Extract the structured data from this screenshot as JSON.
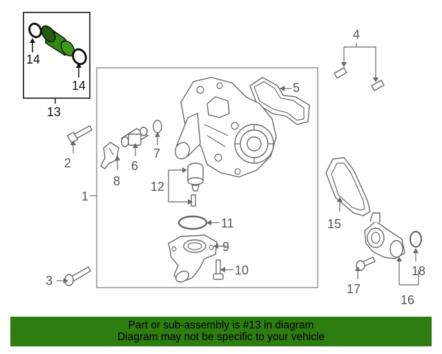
{
  "callouts": {
    "c1": "1",
    "c2": "2",
    "c3": "3",
    "c4": "4",
    "c5": "5",
    "c6": "6",
    "c7": "7",
    "c8": "8",
    "c9": "9",
    "c10": "10",
    "c11": "11",
    "c12": "12",
    "c13": "13",
    "c14a": "14",
    "c14b": "14",
    "c15": "15",
    "c16": "16",
    "c17": "17",
    "c18": "18"
  },
  "banner": {
    "line1": "Part or sub-assembly is #13 in diagram",
    "line2": "Diagram may not be specific to your vehicle"
  },
  "colors": {
    "banner_bg": "#2e7d11",
    "highlight_part": "#2f8a12"
  }
}
